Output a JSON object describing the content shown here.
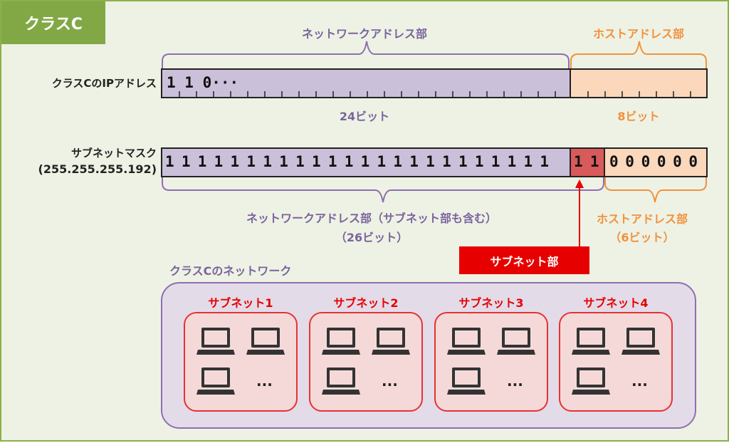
{
  "tab_title": "クラスC",
  "ip_row": {
    "label": "クラスCのIPアドレス",
    "network_header": "ネットワークアドレス部",
    "host_header": "ホストアドレス部",
    "bits_text": "1 1 0···",
    "network_bits_label": "24ビット",
    "host_bits_label": "8ビット"
  },
  "mask_row": {
    "label_line1": "サブネットマスク",
    "label_line2": "(255.255.255.192)",
    "ones_text": "1 1 1 1 1 1 1 1 1 1 1 1 1 1 1 1 1 1 1 1 1 1 1 1",
    "subnet_bits_text": "1 1",
    "host_bits_text": "0 0 0 0 0 0",
    "network_footer_line1": "ネットワークアドレス部（サブネット部も含む）",
    "network_footer_line2": "（26ビット）",
    "host_footer_line1": "ホストアドレス部",
    "host_footer_line2": "（6ビット）"
  },
  "subnet_part_label": "サブネット部",
  "network_box": {
    "title": "クラスCのネットワーク",
    "subnets": [
      {
        "name": "サブネット1",
        "more": "···"
      },
      {
        "name": "サブネット2",
        "more": "···"
      },
      {
        "name": "サブネット3",
        "more": "···"
      },
      {
        "name": "サブネット4",
        "more": "···"
      }
    ]
  },
  "colors": {
    "network": "#cbc0da",
    "host": "#fbd7bc",
    "subnet": "#d85a5a",
    "accent_red": "#e60000",
    "tab_green": "#82a846"
  },
  "icons": [
    "laptop-icon"
  ]
}
